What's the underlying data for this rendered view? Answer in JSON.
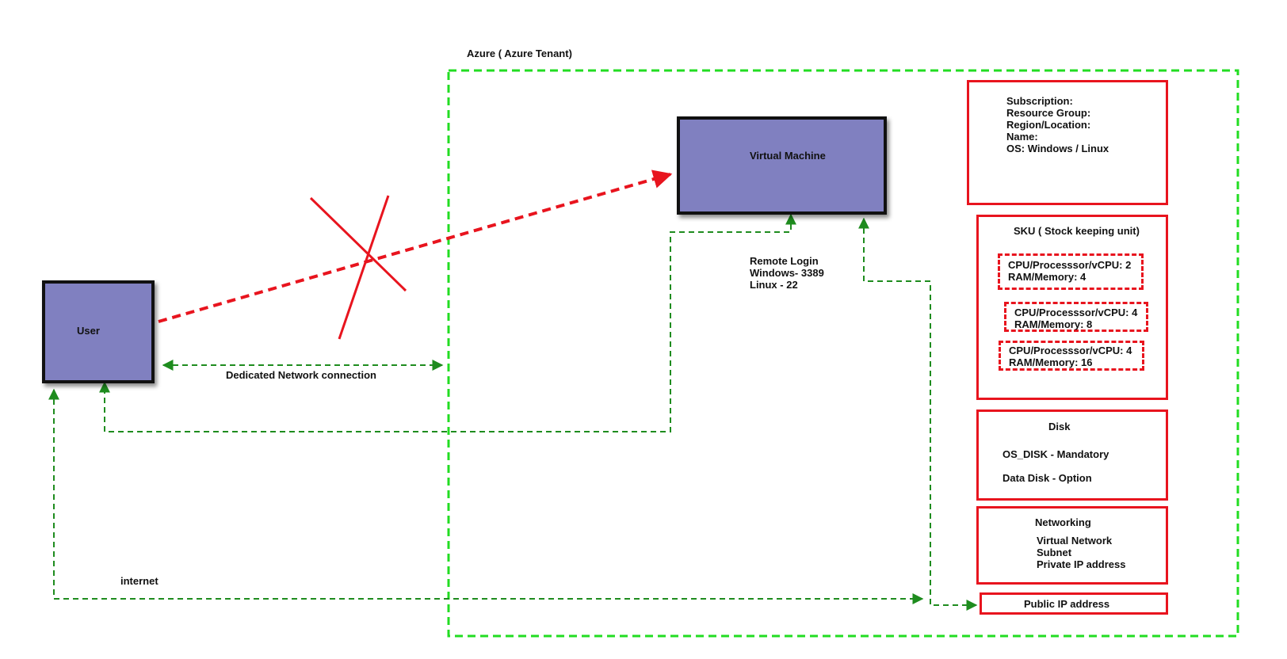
{
  "tenant": {
    "title": "Azure ( Azure Tenant)"
  },
  "user": {
    "label": "User"
  },
  "vm": {
    "label": "Virtual Machine"
  },
  "connections": {
    "dedicated": "Dedicated Network connection",
    "internet": "internet",
    "remote_login": [
      "Remote Login",
      "Windows- 3389",
      "Linux - 22"
    ]
  },
  "vm_config": {
    "fields": [
      "Subscription:",
      "Resource Group:",
      "Region/Location:",
      "Name:",
      "OS: Windows /  Linux"
    ]
  },
  "sku": {
    "title": "SKU ( Stock keeping unit)",
    "options": [
      {
        "cpu": "CPU/Processsor/vCPU: 2",
        "ram": "RAM/Memory: 4"
      },
      {
        "cpu": "CPU/Processsor/vCPU: 4",
        "ram": "RAM/Memory: 8"
      },
      {
        "cpu": "CPU/Processsor/vCPU: 4",
        "ram": "RAM/Memory: 16"
      }
    ]
  },
  "disk": {
    "title": "Disk",
    "os_disk": "OS_DISK - Mandatory",
    "data_disk": "Data Disk - Option"
  },
  "networking": {
    "title": "Networking",
    "items": [
      "Virtual Network",
      "Subnet",
      "Private IP address"
    ]
  },
  "public_ip": {
    "label": "Public IP address"
  },
  "colors": {
    "green": "#22dd22",
    "dark_green": "#1e8c1e",
    "red": "#e8141e",
    "node_fill": "#8080c0"
  }
}
